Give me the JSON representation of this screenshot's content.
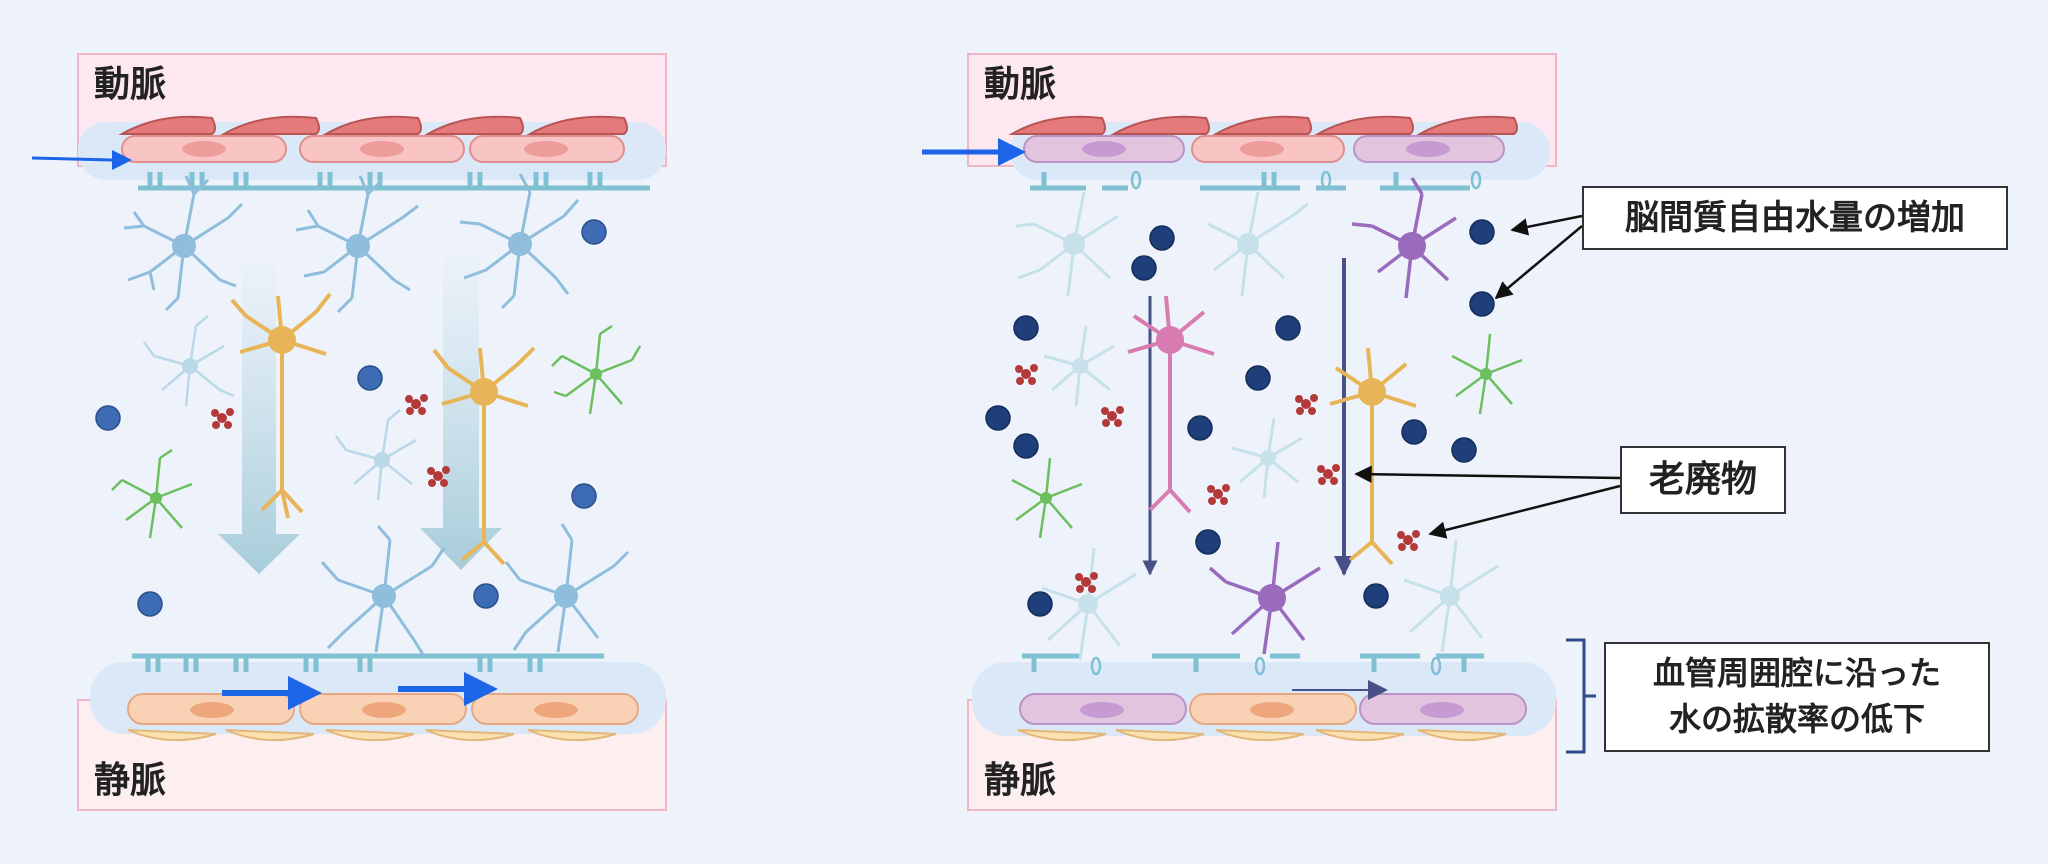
{
  "panels": [
    {
      "artery_label": "動脈",
      "vein_label": "静脈"
    },
    {
      "artery_label": "動脈",
      "vein_label": "静脈"
    }
  ],
  "callouts": {
    "water_increase": "脳間質自由水量の増加",
    "waste": "老廃物",
    "diffusion_line1": "血管周囲腔に沿った",
    "diffusion_line2": "水の拡散率の低下"
  },
  "icons": [
    "flow-arrow-icon",
    "neuron-icon",
    "astrocyte-icon",
    "microglia-icon",
    "water-molecule-icon",
    "waste-cluster-icon",
    "aquaporin-channel-icon"
  ],
  "colors": {
    "artery_cell": "#e57a7a",
    "vein_cell": "#f5c9a6",
    "perivascular_space": "#dbe8f8",
    "astrocyte": "#8fbddc",
    "neuron": "#e8b458",
    "microglia": "#6bbf5e",
    "water": "#2d5ca8",
    "waste": "#b43a3a",
    "flow_arrow": "#1c64e8",
    "pathology_pink": "#d77bb0",
    "pathology_purple": "#9a6bbd"
  }
}
